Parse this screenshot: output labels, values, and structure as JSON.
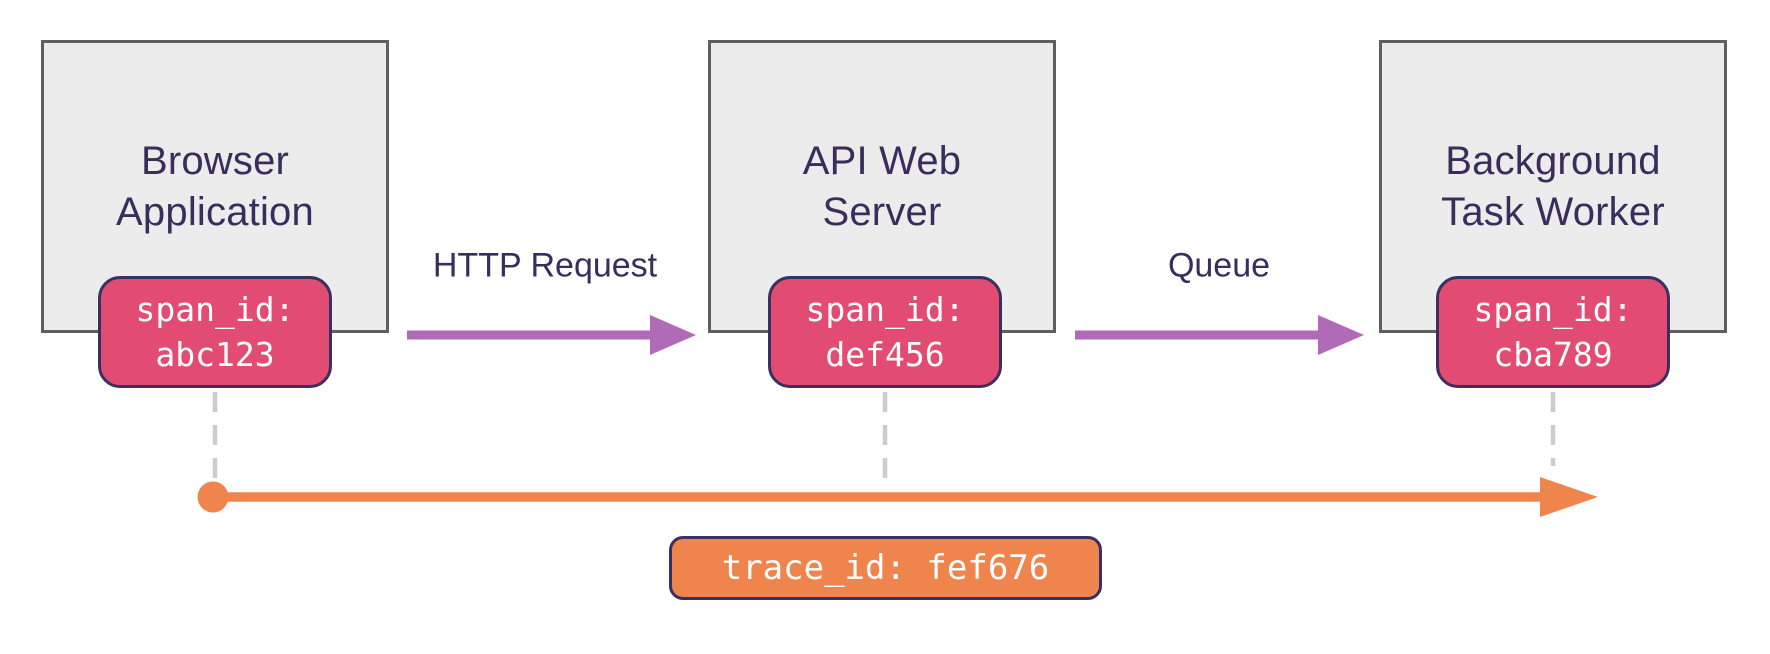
{
  "diagram": {
    "services": [
      {
        "title": "Browser\nApplication",
        "span_label": "span_id:\nabc123"
      },
      {
        "title": "API Web\nServer",
        "span_label": "span_id:\ndef456"
      },
      {
        "title": "Background\nTask Worker",
        "span_label": "span_id:\ncba789"
      }
    ],
    "arrows": [
      {
        "label": "HTTP Request"
      },
      {
        "label": "Queue"
      }
    ],
    "trace": {
      "label": "trace_id: fef676"
    },
    "colors": {
      "box_fill": "#ececec",
      "box_border": "#5f5f5f",
      "title_text": "#3a2d5c",
      "label_text": "#3a2d5c",
      "span_badge_fill": "#e24b72",
      "badge_border": "#383060",
      "badge_text": "#ffffff",
      "arrow_purple": "#b06ab8",
      "timeline_orange": "#ef854d",
      "trace_badge_fill": "#ef854d",
      "connector_gray": "#cccccc"
    }
  }
}
